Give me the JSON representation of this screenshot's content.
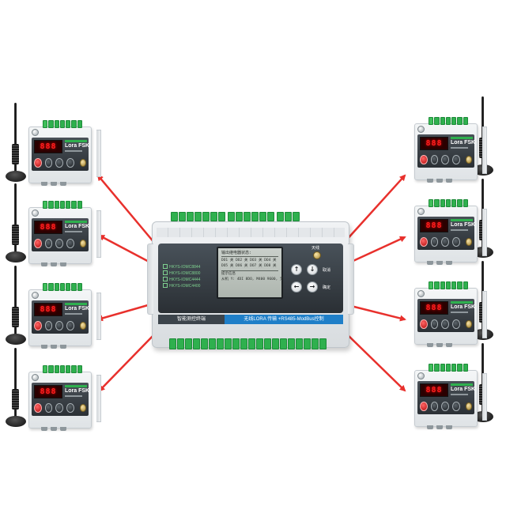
{
  "colors": {
    "arrow": "#e8302c",
    "terminal_green": "#2fb04e",
    "strip_blue": "#1f7fc8",
    "led_red": "#ff2020"
  },
  "hub": {
    "models": [
      "HKYS-IOMC8844",
      "HKYS-IOMC8800",
      "HKYS-IOMC4444",
      "HKYS-IOMC4400"
    ],
    "screen": {
      "header": "输出继电器状态:",
      "rows": [
        [
          "DO1 关",
          "DO2 关",
          "DO3 关",
          "DO4 关"
        ],
        [
          "DO5 关",
          "DO6 关",
          "DO7 关",
          "DO8 关"
        ]
      ],
      "prompt": "提示信息",
      "status": "从机 Y: 4DI 8DO, M400 9600, 无"
    },
    "wireless_label": "天线",
    "keys": {
      "up": "↑",
      "down": "↓",
      "left": "←",
      "right": "→"
    },
    "cancel": "取消",
    "confirm": "确定",
    "name": "智能测控终端",
    "protocol": "无线LORA 传输 +RS485-ModBus控制"
  },
  "node": {
    "badge": "Lora FSK",
    "display": "888"
  }
}
